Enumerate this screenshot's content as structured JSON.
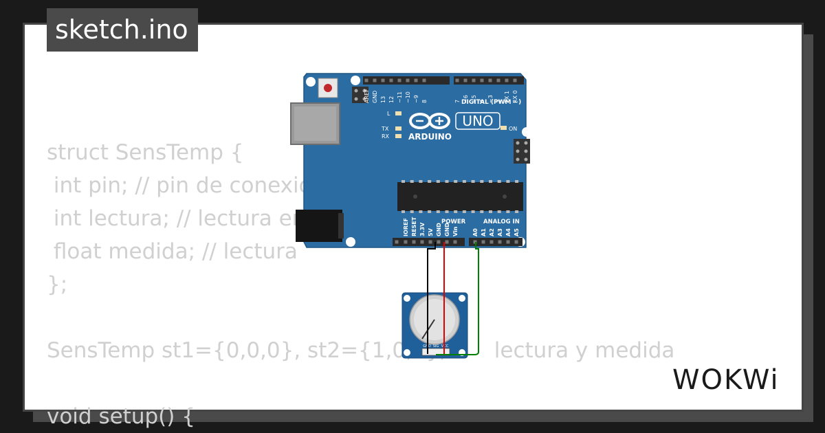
{
  "window": {
    "title": "sketch.ino"
  },
  "code": {
    "lines": [
      "",
      "struct SensTemp {",
      " int pin; // pin de conexio",
      " int lectura; // lectura ent",
      " float medida; // lectura",
      "};",
      "",
      "SensTemp st1={0,0,0}, st2={1,0,0};       lectura y medida",
      "",
      "void setup() {"
    ]
  },
  "board": {
    "brand": "ARDUINO",
    "model": "UNO",
    "digital_header": "DIGITAL (PWM ~)",
    "power_header": "POWER",
    "analog_header": "ANALOG IN",
    "led_labels": {
      "l": "L",
      "tx": "TX",
      "rx": "RX",
      "on": "ON"
    },
    "digital_pins": [
      "AREF",
      "GND",
      "13",
      "12",
      "~11",
      "~10",
      "~9",
      "8",
      "7",
      "~6",
      "~5",
      "4",
      "~3",
      "2",
      "TX 1",
      "RX 0"
    ],
    "power_pins": [
      "IOREF",
      "RESET",
      "3.3V",
      "5V",
      "GND",
      "GND",
      "Vin"
    ],
    "analog_pins": [
      "A0",
      "A1",
      "A2",
      "A3",
      "A4",
      "A5"
    ]
  },
  "module": {
    "pin_labels": [
      "GND",
      "SIG",
      "VCC"
    ]
  },
  "wires": {
    "gnd_color": "#000000",
    "vcc_color": "#e00000",
    "sig_color": "#008000"
  },
  "colors": {
    "board": "#2b6ca3",
    "background": "#1a1a1a",
    "card": "#ffffff",
    "code_text": "#d0d0d0"
  },
  "brand_logo": {
    "text": "WOKWi"
  }
}
